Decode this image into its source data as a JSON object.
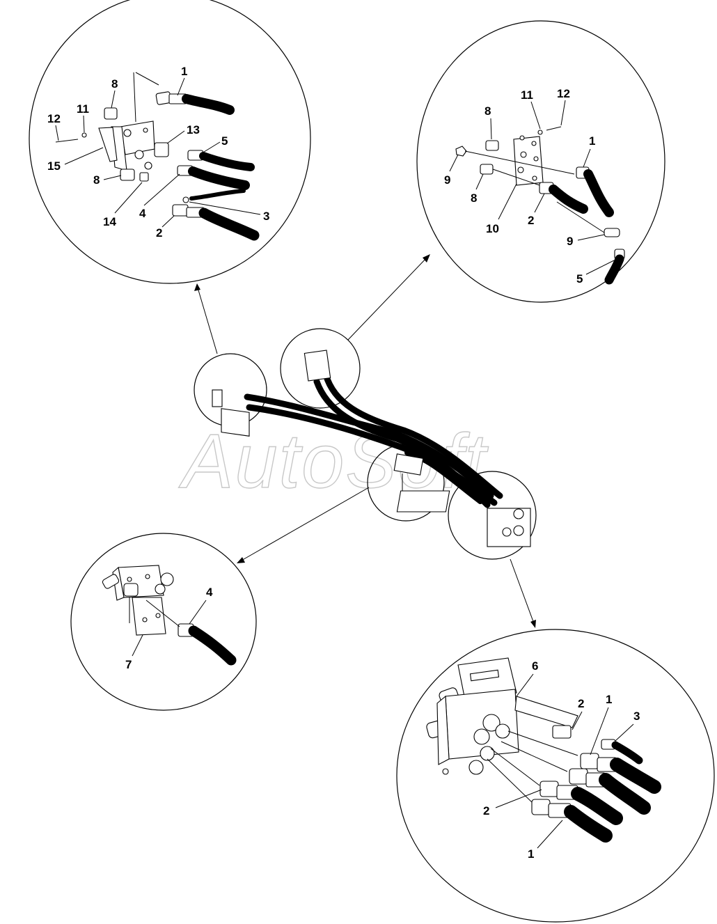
{
  "watermark": "AutoSoft",
  "detail_top_left": {
    "callouts": [
      "1",
      "8",
      "11",
      "12",
      "13",
      "5",
      "15",
      "8",
      "14",
      "4",
      "3",
      "2"
    ]
  },
  "detail_top_right": {
    "callouts": [
      "11",
      "12",
      "8",
      "1",
      "9",
      "8",
      "10",
      "2",
      "9",
      "5"
    ]
  },
  "detail_bottom_left": {
    "callouts": [
      "4",
      "7"
    ]
  },
  "detail_bottom_right": {
    "callouts": [
      "6",
      "2",
      "1",
      "3",
      "2",
      "1"
    ]
  }
}
